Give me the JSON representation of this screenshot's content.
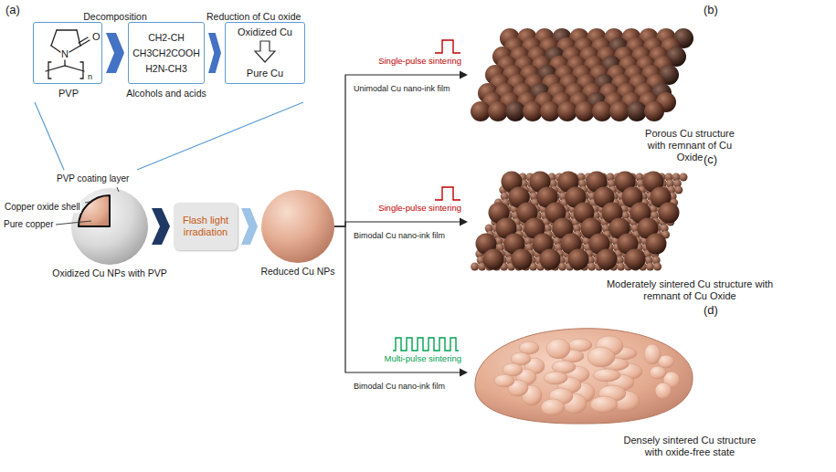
{
  "diagram": {
    "nodes": [
      {
        "text": [
          "PVP"
        ]
      },
      {
        "text": [
          "CH2-CH",
          "CH3CH2COOH",
          "H2N-CH3",
          "Alcohols and acids"
        ]
      },
      {
        "text": [
          "Oxidized Cu",
          "Pure Cu"
        ]
      },
      {
        "text": [
          "Oxidized Cu NPs with PVP"
        ]
      },
      {
        "text": [
          "Flash light irradiation"
        ]
      },
      {
        "text": [
          "Reduced Cu NPs"
        ]
      },
      {
        "text": [
          "Porous Cu structure with remnant of Cu Oxide"
        ]
      },
      {
        "text": [
          "Moderately sintered Cu structure with remnant of Cu Oxide"
        ]
      },
      {
        "text": [
          "Densely sintered Cu structure with oxide-free state"
        ]
      }
    ],
    "edges": [
      {
        "from": 0,
        "to": 1,
        "arrow": "to",
        "label": "Decomposition"
      },
      {
        "from": 1,
        "to": 2,
        "arrow": "to",
        "label": "Reduction of Cu oxide"
      },
      {
        "from": 3,
        "to": 4,
        "arrow": "to"
      },
      {
        "from": 4,
        "to": 5,
        "arrow": "to"
      },
      {
        "from": 5,
        "to": 6,
        "arrow": "to",
        "label": "Unimodal Cu nano-ink film"
      },
      {
        "from": 5,
        "to": 7,
        "arrow": "to",
        "label": "Bimodal Cu nano-ink film"
      },
      {
        "from": 5,
        "to": 8,
        "arrow": "to",
        "label": "Bimodal Cu nano-ink film"
      }
    ],
    "labels": [
      "(a)",
      "O",
      "N",
      "n",
      "PVP coating layer",
      "Copper oxide shell",
      "Pure copper",
      "(b)",
      "Single-pulse sintering",
      "(c)",
      "Single-pulse sintering",
      "(d)",
      "Multi-pulse sintering"
    ]
  }
}
